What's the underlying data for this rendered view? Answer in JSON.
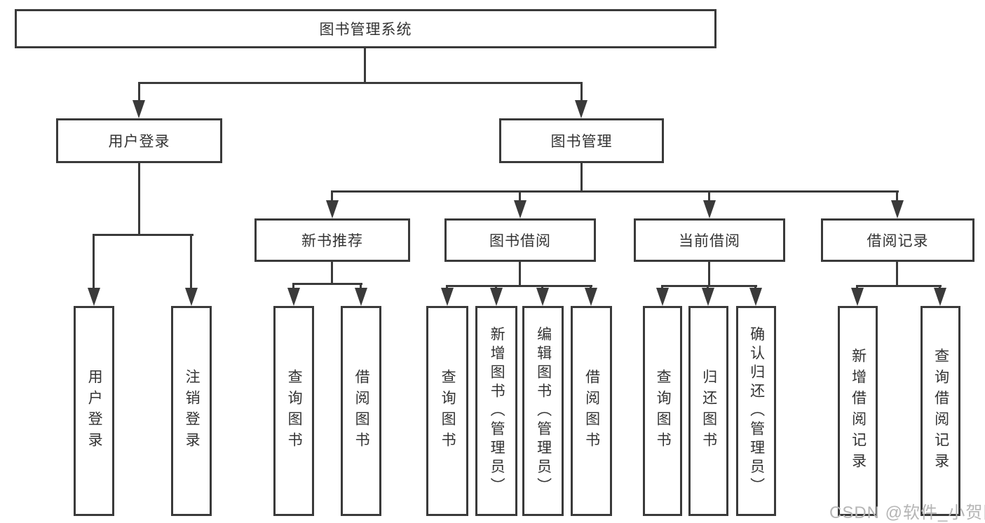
{
  "tree": {
    "root": {
      "label": "图书管理系统"
    },
    "branches": [
      {
        "label": "用户登录",
        "children": [
          {
            "label": "用户登录"
          },
          {
            "label": "注销登录"
          }
        ]
      },
      {
        "label": "图书管理",
        "children": [
          {
            "label": "新书推荐",
            "children": [
              {
                "label": "查询图书"
              },
              {
                "label": "借阅图书"
              }
            ]
          },
          {
            "label": "图书借阅",
            "children": [
              {
                "label": "查询图书"
              },
              {
                "label": "新增图书（管理员）"
              },
              {
                "label": "编辑图书（管理员）"
              },
              {
                "label": "借阅图书"
              }
            ]
          },
          {
            "label": "当前借阅",
            "children": [
              {
                "label": "查询图书"
              },
              {
                "label": "归还图书"
              },
              {
                "label": "确认归还（管理员）"
              }
            ]
          },
          {
            "label": "借阅记录",
            "children": [
              {
                "label": "新增借阅记录"
              },
              {
                "label": "查询借阅记录"
              }
            ]
          }
        ]
      }
    ]
  },
  "watermark": {
    "text": "CSDN @软件_小贺同学"
  },
  "colors": {
    "line": "#3a3a3a",
    "text": "#333333",
    "watermark": "#b5b5b5",
    "background": "#ffffff"
  }
}
